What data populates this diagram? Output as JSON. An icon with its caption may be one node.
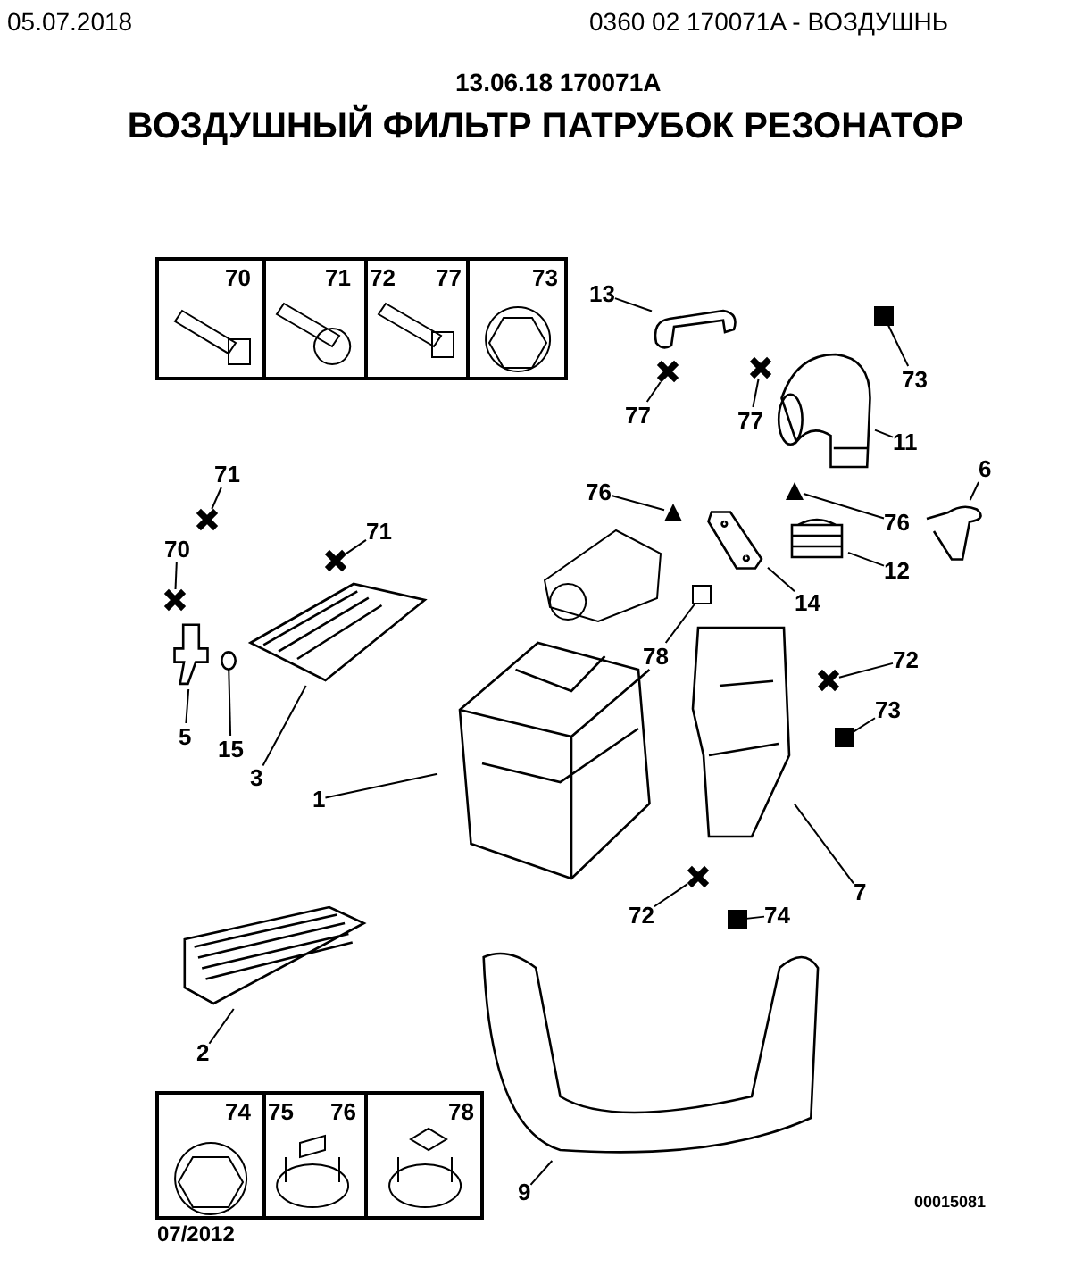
{
  "diagram": {
    "title": "ВОЗДУШНЫЙ ФИЛЬТР ПАТРУБОК РЕЗОНАТОР",
    "nodes": [
      {
        "text": [
          "13"
        ]
      },
      {
        "text": [],
        "shape": "picture"
      },
      {
        "text": [
          "73"
        ]
      },
      {
        "text": [],
        "shape": "box"
      },
      {
        "text": [
          "77"
        ]
      },
      {
        "text": [],
        "shape": "star"
      },
      {
        "text": [
          "77"
        ]
      },
      {
        "text": [],
        "shape": "star"
      },
      {
        "text": [
          "11"
        ]
      },
      {
        "text": [],
        "shape": "picture"
      },
      {
        "text": [
          "6"
        ]
      },
      {
        "text": [],
        "shape": "picture"
      },
      {
        "text": [
          "76"
        ]
      },
      {
        "text": [],
        "shape": "triangle"
      },
      {
        "text": [
          "76"
        ]
      },
      {
        "text": [],
        "shape": "triangle"
      },
      {
        "text": [
          "71"
        ]
      },
      {
        "text": [],
        "shape": "star"
      },
      {
        "text": [
          "71"
        ]
      },
      {
        "text": [],
        "shape": "star"
      },
      {
        "text": [
          "70"
        ]
      },
      {
        "text": [],
        "shape": "star"
      },
      {
        "text": [
          "12"
        ]
      },
      {
        "text": [],
        "shape": "picture"
      },
      {
        "text": [
          "14"
        ]
      },
      {
        "text": [],
        "shape": "picture"
      },
      {
        "text": [
          "78"
        ]
      },
      {
        "text": [],
        "shape": "box"
      },
      {
        "text": [
          "72"
        ]
      },
      {
        "text": [],
        "shape": "star"
      },
      {
        "text": [
          "73"
        ]
      },
      {
        "text": [],
        "shape": "box"
      },
      {
        "text": [
          "5"
        ]
      },
      {
        "text": [],
        "shape": "picture"
      },
      {
        "text": [
          "15"
        ]
      },
      {
        "text": [],
        "shape": "circle"
      },
      {
        "text": [
          "3"
        ]
      },
      {
        "text": [],
        "shape": "picture"
      },
      {
        "text": [
          "1"
        ]
      },
      {
        "text": [],
        "shape": "picture"
      },
      {
        "text": [
          "7"
        ]
      },
      {
        "text": [],
        "shape": "picture"
      },
      {
        "text": [
          "72"
        ]
      },
      {
        "text": [],
        "shape": "star"
      },
      {
        "text": [
          "74"
        ]
      },
      {
        "text": [],
        "shape": "box"
      },
      {
        "text": [
          "2"
        ]
      },
      {
        "text": [],
        "shape": "picture"
      },
      {
        "text": [
          "9"
        ]
      },
      {
        "text": [],
        "shape": "picture"
      }
    ],
    "edges": [
      {
        "from": 0,
        "to": 1,
        "arrow": "none"
      },
      {
        "from": 2,
        "to": 3,
        "arrow": "none"
      },
      {
        "from": 4,
        "to": 5,
        "arrow": "none"
      },
      {
        "from": 6,
        "to": 7,
        "arrow": "none"
      },
      {
        "from": 8,
        "to": 9,
        "arrow": "none"
      },
      {
        "from": 10,
        "to": 11,
        "arrow": "none"
      },
      {
        "from": 12,
        "to": 13,
        "arrow": "none"
      },
      {
        "from": 14,
        "to": 15,
        "arrow": "none"
      },
      {
        "from": 16,
        "to": 17,
        "arrow": "none"
      },
      {
        "from": 18,
        "to": 19,
        "arrow": "none"
      },
      {
        "from": 20,
        "to": 21,
        "arrow": "none"
      },
      {
        "from": 22,
        "to": 23,
        "arrow": "none"
      },
      {
        "from": 24,
        "to": 25,
        "arrow": "none"
      },
      {
        "from": 26,
        "to": 27,
        "arrow": "none"
      },
      {
        "from": 28,
        "to": 29,
        "arrow": "none"
      },
      {
        "from": 30,
        "to": 31,
        "arrow": "none"
      },
      {
        "from": 32,
        "to": 33,
        "arrow": "none"
      },
      {
        "from": 34,
        "to": 35,
        "arrow": "none"
      },
      {
        "from": 36,
        "to": 37,
        "arrow": "none"
      },
      {
        "from": 38,
        "to": 39,
        "arrow": "none"
      },
      {
        "from": 40,
        "to": 41,
        "arrow": "none"
      },
      {
        "from": 42,
        "to": 43,
        "arrow": "none"
      },
      {
        "from": 44,
        "to": 45,
        "arrow": "none"
      },
      {
        "from": 46,
        "to": 47,
        "arrow": "none"
      },
      {
        "from": 48,
        "to": 49,
        "arrow": "none"
      }
    ],
    "labels": [
      "05.07.2018",
      "0360 02 170071A - ВОЗДУШНЬ",
      "13.06.18 170071A",
      "70",
      "71",
      "72",
      "77",
      "73",
      "74",
      "75",
      "76",
      "78",
      "07/2012",
      "00015081"
    ]
  }
}
